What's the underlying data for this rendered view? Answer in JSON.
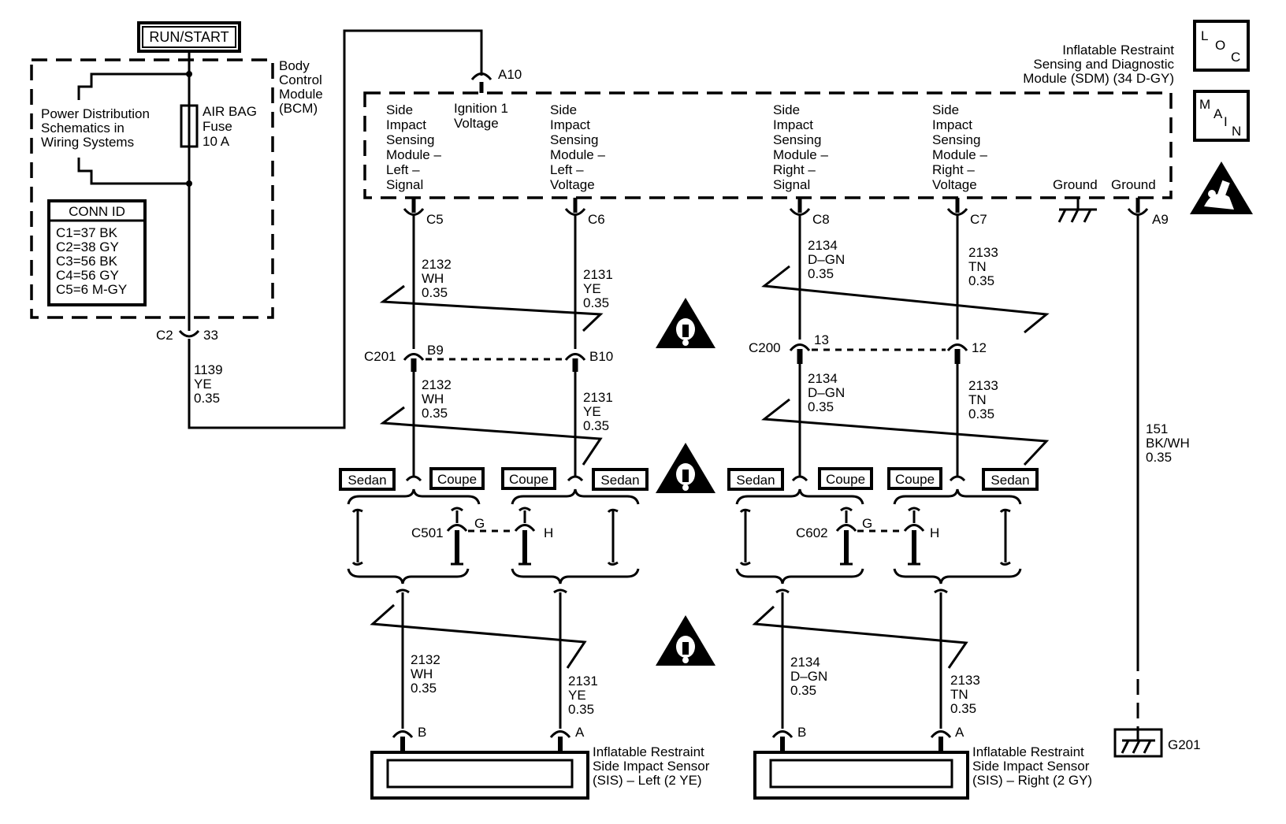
{
  "run_start": "RUN/START",
  "bcm": {
    "title_lines": [
      "Body",
      "Control",
      "Module",
      "(BCM)"
    ],
    "power_dist_lines": [
      "Power Distribution",
      "Schematics in",
      "Wiring Systems"
    ],
    "fuse_lines": [
      "AIR BAG",
      "Fuse",
      "10 A"
    ],
    "conn_id_title": "CONN ID",
    "conn_id_items": [
      "C1=37 BK",
      "C2=38 GY",
      "C3=56 BK",
      "C4=56 GY",
      "C5=6 M-GY"
    ],
    "connector": "C2",
    "pin": "33"
  },
  "wire_1139": [
    "1139",
    "YE",
    "0.35"
  ],
  "sdm": {
    "title_lines": [
      "Inflatable Restraint",
      "Sensing and Diagnostic",
      "Module (SDM) (34 D-GY)"
    ],
    "a10": "A10",
    "a9": "A9",
    "ignition_lines": [
      "Ignition 1",
      "Voltage"
    ],
    "left_signal_lines": [
      "Side",
      "Impact",
      "Sensing",
      "Module –",
      "Left –",
      "Signal"
    ],
    "left_voltage_lines": [
      "Side",
      "Impact",
      "Sensing",
      "Module –",
      "Left –",
      "Voltage"
    ],
    "right_signal_lines": [
      "Side",
      "Impact",
      "Sensing",
      "Module –",
      "Right –",
      "Signal"
    ],
    "right_voltage_lines": [
      "Side",
      "Impact",
      "Sensing",
      "Module –",
      "Right –",
      "Voltage"
    ],
    "ground1": "Ground",
    "ground2": "Ground",
    "pins": {
      "c5": "C5",
      "c6": "C6",
      "c8": "C8",
      "c7": "C7"
    }
  },
  "loc_icon": [
    "L",
    "O",
    "C"
  ],
  "main_icon": [
    "M",
    "A",
    "I",
    "N"
  ],
  "wires": {
    "w2132": [
      "2132",
      "WH",
      "0.35"
    ],
    "w2131": [
      "2131",
      "YE",
      "0.35"
    ],
    "w2134": [
      "2134",
      "D–GN",
      "0.35"
    ],
    "w2133": [
      "2133",
      "TN",
      "0.35"
    ],
    "w151": [
      "151",
      "BK/WH",
      "0.35"
    ]
  },
  "c201": {
    "name": "C201",
    "pin_a": "B9",
    "pin_b": "B10"
  },
  "c200": {
    "name": "C200",
    "pin_a": "13",
    "pin_b": "12"
  },
  "c501": {
    "name": "C501",
    "pin_a": "G",
    "pin_b": "H"
  },
  "c602": {
    "name": "C602",
    "pin_a": "G",
    "pin_b": "H"
  },
  "options": {
    "sedan": "Sedan",
    "coupe": "Coupe"
  },
  "sensor_left": {
    "lines": [
      "Inflatable Restraint",
      "Side Impact Sensor",
      "(SIS) – Left (2 YE)"
    ],
    "pin_b": "B",
    "pin_a": "A"
  },
  "sensor_right": {
    "lines": [
      "Inflatable Restraint",
      "Side Impact Sensor",
      "(SIS) – Right (2 GY)"
    ],
    "pin_b": "B",
    "pin_a": "A"
  },
  "g201": "G201",
  "icons": {
    "warning": "warning-triangle-icon",
    "airbag": "airbag-warning-icon",
    "ground": "ground-symbol-icon"
  }
}
